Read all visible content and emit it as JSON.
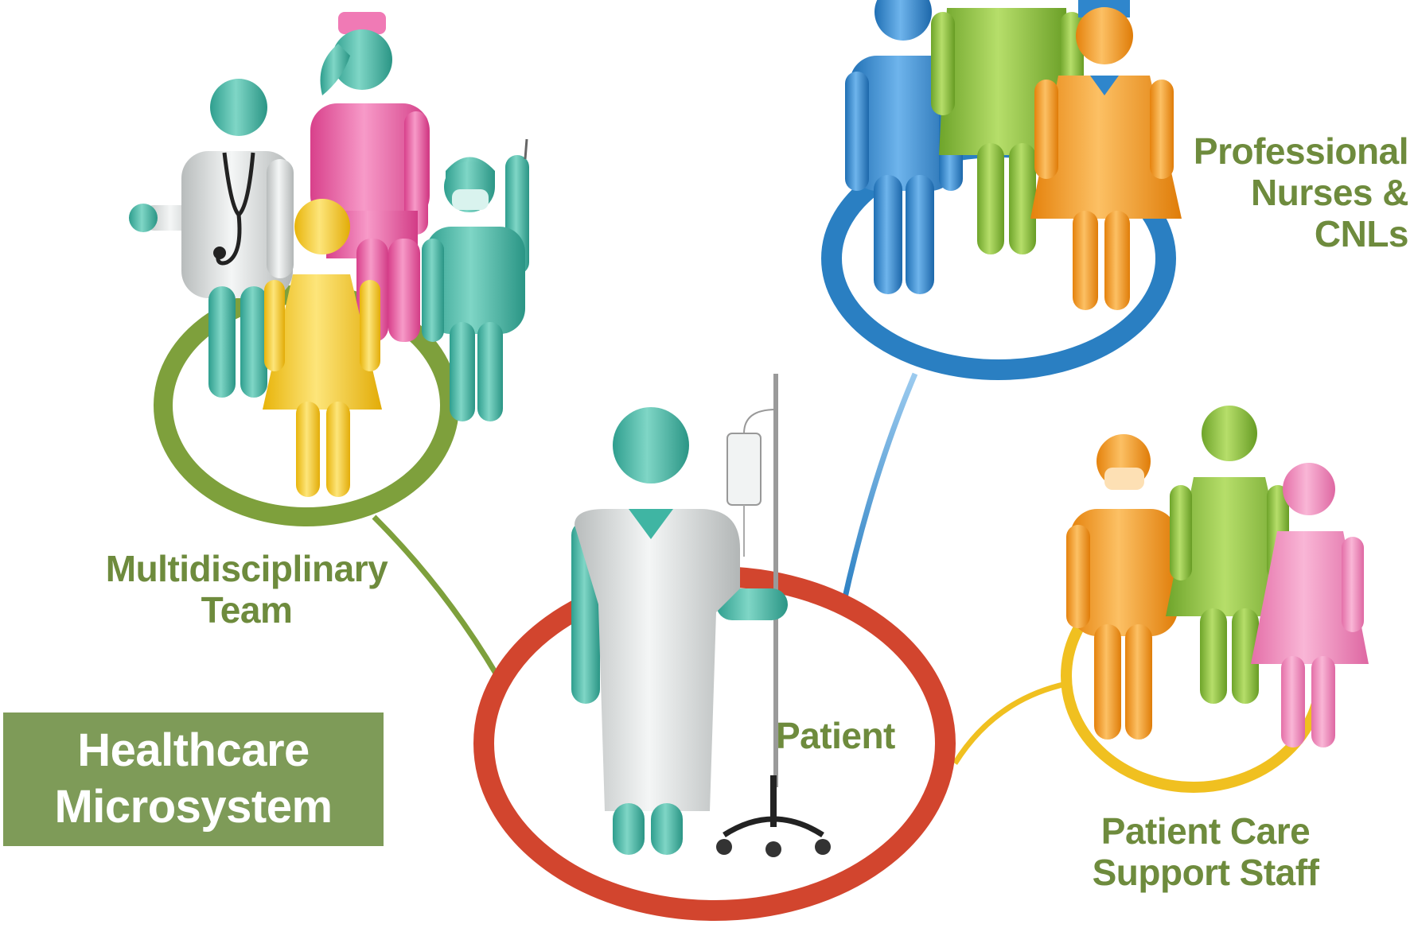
{
  "title": {
    "line1": "Healthcare",
    "line2": "Microsystem"
  },
  "groups": {
    "multidisciplinary": {
      "line1": "Multidisciplinary",
      "line2": "Team",
      "ring_color": "#7ea03c"
    },
    "nurses": {
      "line1": "Professional",
      "line2": "Nurses & CNLs",
      "ring_color": "#2a7fc2"
    },
    "patient": {
      "label": "Patient",
      "ring_color": "#d2452e"
    },
    "support": {
      "line1": "Patient Care",
      "line2": "Support Staff",
      "ring_color": "#f0c020"
    }
  },
  "colors": {
    "label_text": "#6e8b3d",
    "title_box": "#7e9b58",
    "teal": "#3fb5a3",
    "pink": "#ec5fa6",
    "yellow": "#f6cc1c",
    "blue": "#2f86cc",
    "green": "#86bb34",
    "orange": "#f59a1c",
    "light_pink": "#f28bbd"
  }
}
